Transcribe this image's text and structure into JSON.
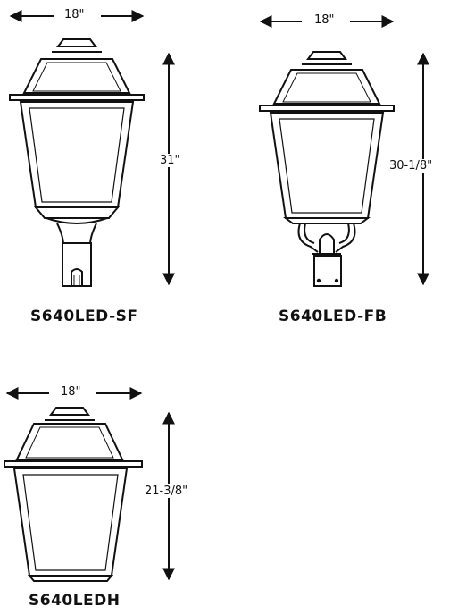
{
  "fixtures": [
    {
      "model": "S640LED-SF",
      "width": "18\"",
      "height": "31\""
    },
    {
      "model": "S640LED-FB",
      "width": "18\"",
      "height": "30-1/8\""
    },
    {
      "model": "S640LEDH",
      "width": "18\"",
      "height": "21-3/8\""
    }
  ],
  "colors": {
    "line": "#111111",
    "background": "#ffffff"
  }
}
